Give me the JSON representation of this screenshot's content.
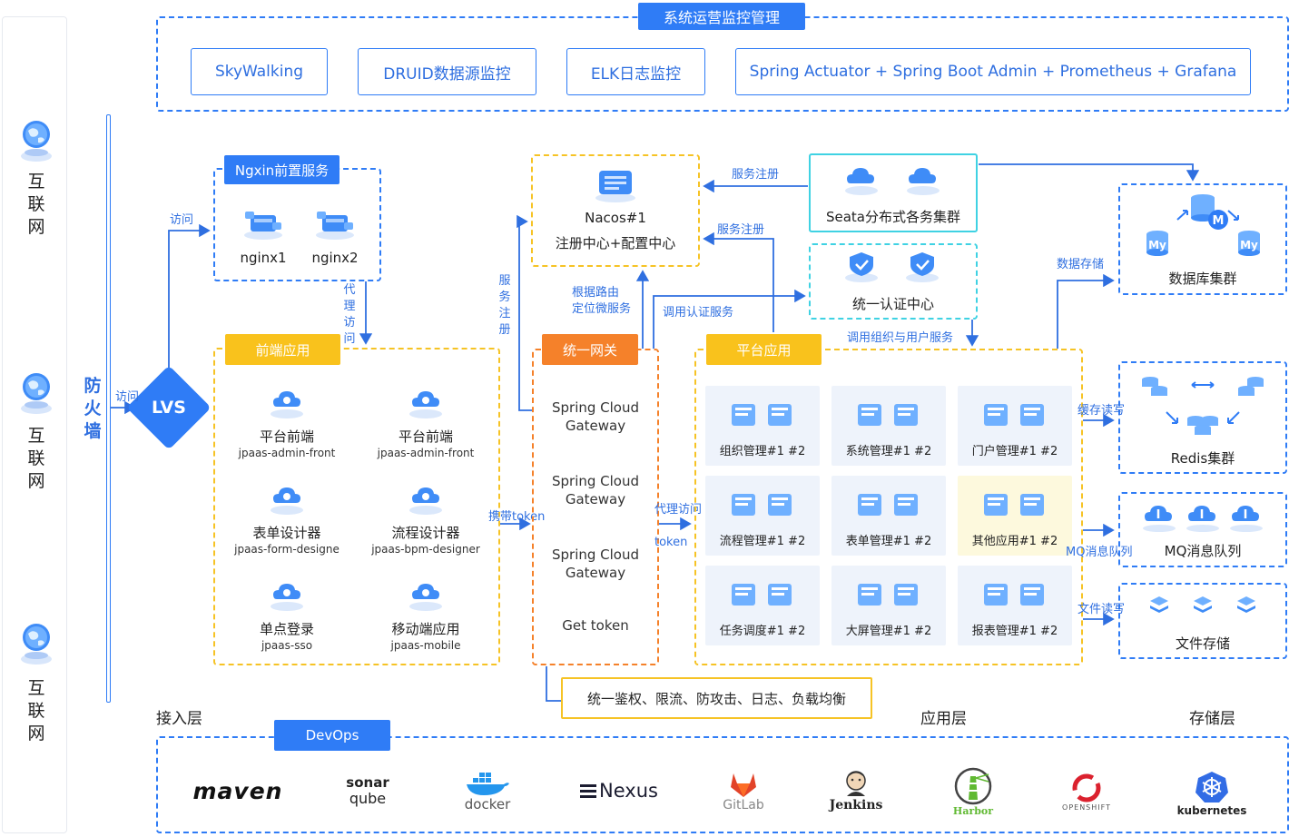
{
  "left_column": {
    "internet_label": "互联网"
  },
  "firewall": {
    "label": "防火墙"
  },
  "lvs": {
    "label": "LVS",
    "visit_label": "访问",
    "visit_up_label": "访问"
  },
  "monitoring": {
    "title": "系统运营监控管理",
    "items": [
      "SkyWalking",
      "DRUID数据源监控",
      "ELK日志监控",
      "Spring Actuator + Spring Boot Admin + Prometheus + Grafana"
    ]
  },
  "nginx": {
    "title": "Ngxin前置服务",
    "nodes": [
      "nginx1",
      "nginx2"
    ],
    "proxy_label": "代理访问"
  },
  "frontend": {
    "title": "前端应用",
    "apps": [
      {
        "name": "平台前端",
        "code": "jpaas-admin-front"
      },
      {
        "name": "平台前端",
        "code": "jpaas-admin-front"
      },
      {
        "name": "表单设计器",
        "code": "jpaas-form-designe"
      },
      {
        "name": "流程设计器",
        "code": "jpaas-bpm-designer"
      },
      {
        "name": "单点登录",
        "code": "jpaas-sso"
      },
      {
        "name": "移动端应用",
        "code": "jpaas-mobile"
      }
    ],
    "token_label": "携带token"
  },
  "nacos": {
    "name": "Nacos#1",
    "desc": "注册中心+配置中心",
    "service_register_label": "服务注册",
    "route_label_1": "根据路由",
    "route_label_2": "定位微服务"
  },
  "gateway": {
    "title": "统一网关",
    "items": [
      {
        "line1": "Spring Cloud",
        "line2": "Gateway"
      },
      {
        "line1": "Spring Cloud",
        "line2": "Gateway"
      },
      {
        "line1": "Spring Cloud",
        "line2": "Gateway"
      }
    ],
    "token_item": "Get token",
    "features": "统一鉴权、限流、防攻击、日志、负载均衡",
    "proxy_label": "代理访问",
    "token_label": "token",
    "auth_call_label": "调用认证服务"
  },
  "seata": {
    "name": "Seata分布式各务集群",
    "register_label_top": "服务注册",
    "register_label_mid": "服务注册"
  },
  "auth": {
    "name": "统一认证中心",
    "org_user_label": "调用组织与用户服务"
  },
  "platform": {
    "title": "平台应用",
    "services": [
      "组织管理#1 #2",
      "系统管理#1 #2",
      "门户管理#1 #2",
      "流程管理#1 #2",
      "表单管理#1 #2",
      "其他应用#1 #2",
      "任务调度#1 #2",
      "大屏管理#1 #2",
      "报表管理#1 #2"
    ]
  },
  "storage": {
    "db": {
      "name": "数据库集群",
      "label": "数据存储",
      "master": "M",
      "slave": "My"
    },
    "redis": {
      "name": "Redis集群",
      "label": "缓存读写"
    },
    "mq": {
      "name": "MQ消息队列",
      "label": "MQ消息队列"
    },
    "file": {
      "name": "文件存储",
      "label": "文件读写"
    }
  },
  "layers": {
    "access": "接入层",
    "app": "应用层",
    "storage": "存储层"
  },
  "devops": {
    "title": "DevOps",
    "tools": [
      "maven",
      "sonar",
      "qube",
      "docker",
      "Nexus",
      "GitLab",
      "Jenkins",
      "Harbor",
      "OPENSHIFT",
      "kubernetes"
    ]
  },
  "colors": {
    "blue": "#2f7cf6",
    "yellow": "#f9c21c",
    "orange": "#f5812a",
    "cyan": "#3fd2e3"
  }
}
